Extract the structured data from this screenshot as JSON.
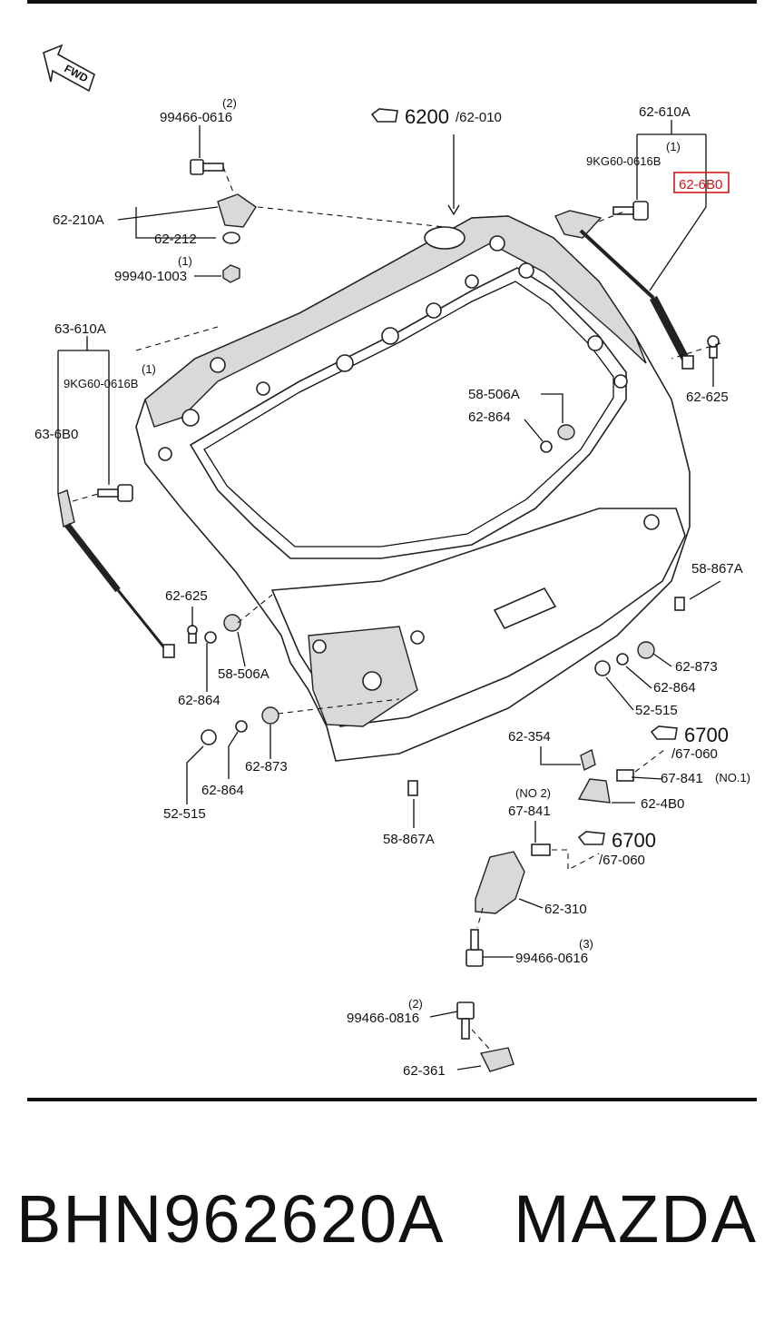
{
  "fwd_label": "FWD",
  "highlight_color": "#d01818",
  "callouts": {
    "c_99466_0616_top": {
      "text": "99466-0616",
      "qty": "(2)"
    },
    "c_6200": {
      "big": "6200",
      "small": "/62-010"
    },
    "c_62_610A": {
      "text": "62-610A"
    },
    "c_9KG60_right": {
      "text": "9KG60-0616B",
      "qty": "(1)"
    },
    "c_62_6B0": {
      "text": "62-6B0"
    },
    "c_62_210A": {
      "text": "62-210A"
    },
    "c_62_212": {
      "text": "62-212"
    },
    "c_99940_1003": {
      "text": "99940-1003",
      "qty": "(1)"
    },
    "c_63_610A": {
      "text": "63-610A"
    },
    "c_9KG60_left": {
      "text": "9KG60-0616B",
      "qty": "(1)"
    },
    "c_63_6B0": {
      "text": "63-6B0"
    },
    "c_58_506A_top": {
      "text": "58-506A"
    },
    "c_62_864_top": {
      "text": "62-864"
    },
    "c_62_625_right": {
      "text": "62-625"
    },
    "c_58_867A_right": {
      "text": "58-867A"
    },
    "c_62_625_left": {
      "text": "62-625"
    },
    "c_58_506A_left": {
      "text": "58-506A"
    },
    "c_62_864_left": {
      "text": "62-864"
    },
    "c_62_873_right": {
      "text": "62-873"
    },
    "c_62_864_right": {
      "text": "62-864"
    },
    "c_52_515_right": {
      "text": "52-515"
    },
    "c_62_354": {
      "text": "62-354"
    },
    "c_6700_a": {
      "big": "6700",
      "small": "/67-060"
    },
    "c_67_841_no1": {
      "text": "67-841",
      "qty": "(NO.1)"
    },
    "c_62_4B0": {
      "text": "62-4B0"
    },
    "c_62_873_left": {
      "text": "62-873"
    },
    "c_62_864_left2": {
      "text": "62-864"
    },
    "c_52_515_left": {
      "text": "52-515"
    },
    "c_58_867A_bottom": {
      "text": "58-867A"
    },
    "c_67_841_no2": {
      "text": "67-841",
      "qty": "(NO 2)"
    },
    "c_6700_b": {
      "big": "6700",
      "small": "/67-060"
    },
    "c_62_310": {
      "text": "62-310"
    },
    "c_99466_0616_bottom": {
      "text": "99466-0616",
      "qty": "(3)"
    },
    "c_99466_0816": {
      "text": "99466-0816",
      "qty": "(2)"
    },
    "c_62_361": {
      "text": "62-361"
    }
  },
  "footer": {
    "part_number": "BHN962620A",
    "brand": "MAZDA"
  }
}
